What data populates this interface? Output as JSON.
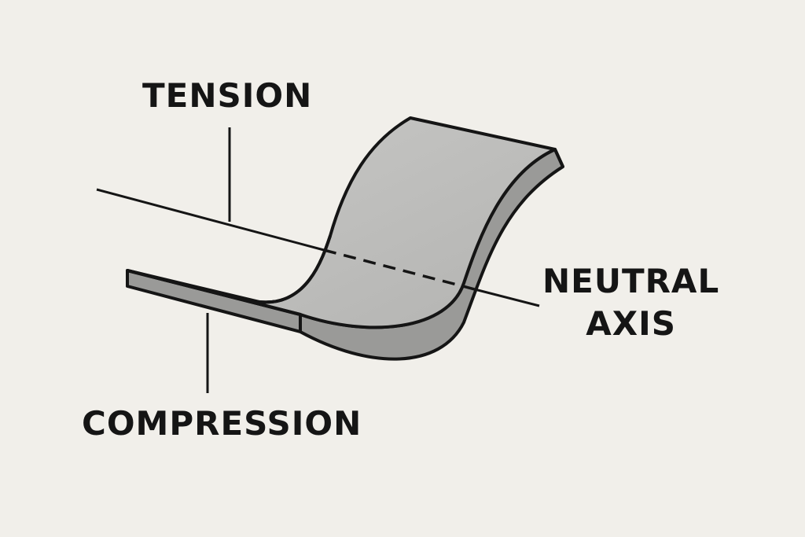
{
  "labels": {
    "tension": "TENSION",
    "compression": "COMPRESSION",
    "neutral_axis_line1": "NEUTRAL",
    "neutral_axis_line2": "AXIS"
  },
  "colors": {
    "background": "#f1efea",
    "plate_top_face": "#bdbdbb",
    "plate_edge": "#9a9a98",
    "outline": "#151515"
  }
}
